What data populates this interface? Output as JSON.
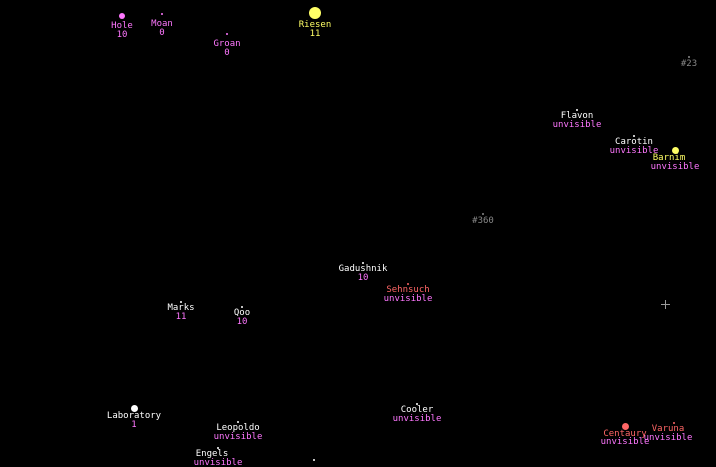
{
  "colors": {
    "background": "#000000",
    "owned_name": "#ff77ff",
    "owned_value": "#ff77ff",
    "neutral_name": "#ffffff",
    "neutral_value": "#ff77ff",
    "enemy_name": "#ff6666",
    "enemy_value": "#ff77ff",
    "unknown": "#888888",
    "yellow": "#ffff66"
  },
  "planets": [
    {
      "name": "Hole",
      "value": "10",
      "name_color": "#ff77ff",
      "value_color": "#ff77ff",
      "dot": "#ff77ff"
    },
    {
      "name": "Moan",
      "value": "0",
      "name_color": "#ff77ff",
      "value_color": "#ff77ff",
      "dot": "#ff77ff"
    },
    {
      "name": "Riesen",
      "value": "11",
      "name_color": "#ffff66",
      "value_color": "#ffff66",
      "dot": "#ffff66"
    },
    {
      "name": "Groan",
      "value": "0",
      "name_color": "#ff77ff",
      "value_color": "#ff77ff",
      "dot": "#ff77ff"
    },
    {
      "name": "#23",
      "value": "",
      "name_color": "#888888",
      "value_color": "#888888",
      "dot": "#888888"
    },
    {
      "name": "Flavon",
      "value": "unvisible",
      "name_color": "#ffffff",
      "value_color": "#ff77ff",
      "dot": "#ffffff"
    },
    {
      "name": "Carotin",
      "value": "unvisible",
      "name_color": "#ffffff",
      "value_color": "#ff77ff",
      "dot": "#ffffff"
    },
    {
      "name": "Barnim",
      "value": "unvisible",
      "name_color": "#ffff66",
      "value_color": "#ff77ff",
      "dot": "#ffff66"
    },
    {
      "name": "#360",
      "value": "",
      "name_color": "#888888",
      "value_color": "#888888",
      "dot": "#888888"
    },
    {
      "name": "Gadushnik",
      "value": "10",
      "name_color": "#ffffff",
      "value_color": "#ff77ff",
      "dot": "#ffffff"
    },
    {
      "name": "Sehnsuch",
      "value": "unvisible",
      "name_color": "#ff6666",
      "value_color": "#ff77ff",
      "dot": "#ff6666"
    },
    {
      "name": "Marks",
      "value": "11",
      "name_color": "#ffffff",
      "value_color": "#ff77ff",
      "dot": "#ffffff"
    },
    {
      "name": "Qoo",
      "value": "10",
      "name_color": "#ffffff",
      "value_color": "#ff77ff",
      "dot": "#ffffff"
    },
    {
      "name": "Laboratory",
      "value": "1",
      "name_color": "#ffffff",
      "value_color": "#ff77ff",
      "dot": "#ffffff"
    },
    {
      "name": "Leopoldo",
      "value": "unvisible",
      "name_color": "#ffffff",
      "value_color": "#ff77ff",
      "dot": "#ffffff"
    },
    {
      "name": "Cooler",
      "value": "unvisible",
      "name_color": "#ffffff",
      "value_color": "#ff77ff",
      "dot": "#ffffff"
    },
    {
      "name": "Centaury",
      "value": "unvisible",
      "name_color": "#ff6666",
      "value_color": "#ff77ff",
      "dot": "#ff6666"
    },
    {
      "name": "Varuna",
      "value": "unvisible",
      "name_color": "#ff6666",
      "value_color": "#ff77ff",
      "dot": "#ff6666"
    },
    {
      "name": "Engels",
      "value": "unvisible",
      "name_color": "#ffffff",
      "value_color": "#ff77ff",
      "dot": "#ffffff"
    }
  ]
}
